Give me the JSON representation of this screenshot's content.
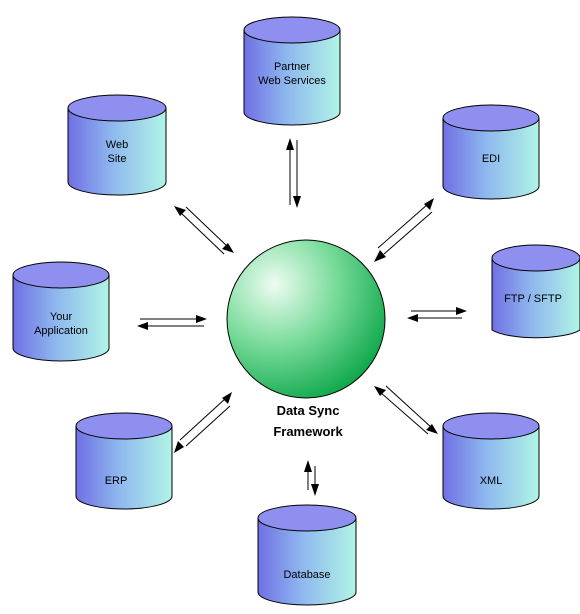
{
  "hub": {
    "line1": "Data Sync",
    "line2": "Framework"
  },
  "nodes": {
    "partner": {
      "line1": "Partner",
      "line2": "Web Services"
    },
    "website": {
      "line1": "Web",
      "line2": "Site"
    },
    "edi": {
      "line1": "EDI"
    },
    "your_app": {
      "line1": "Your",
      "line2": "Application"
    },
    "ftp": {
      "line1": "FTP / SFTP"
    },
    "erp": {
      "line1": "ERP"
    },
    "xml": {
      "line1": "XML"
    },
    "database": {
      "line1": "Database"
    }
  },
  "colors": {
    "cylinder_top": "#8f8ff0",
    "cylinder_left": "#7373e6",
    "cylinder_right": "#a8f0e2",
    "sphere_light": "#e9fbef",
    "sphere_dark": "#00a84a"
  }
}
